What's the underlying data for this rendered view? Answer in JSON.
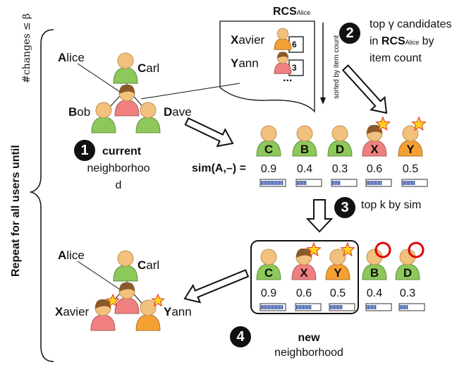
{
  "repeat_label": "Repeat for all users until",
  "repeat_condition": "#changes ≤ β",
  "rcs_label": "RCS",
  "rcs_sub": "Alice",
  "rcs_sorted_note": "sorted by item count",
  "rcs_list": [
    {
      "initial": "X",
      "rest": "avier",
      "count": "6"
    },
    {
      "initial": "Y",
      "rest": "ann",
      "count": "3"
    }
  ],
  "rcs_more": "...",
  "steps": {
    "s1": {
      "num": "1",
      "bold": "current",
      "line2": "neighborhoo",
      "line3": "d"
    },
    "s2": {
      "num": "2",
      "line1": "top γ candidates",
      "line2_pre": "in ",
      "line2_bold": "RCS",
      "line2_sub": "Alice",
      "line2_post": " by",
      "line3": "item count"
    },
    "s3": {
      "num": "3",
      "label": "top k by sim"
    },
    "s4": {
      "num": "4",
      "bold": "new",
      "line2": "neighborhood"
    }
  },
  "graph_top": {
    "alice": {
      "initial": "A",
      "rest": "lice"
    },
    "carl": {
      "initial": "C",
      "rest": "arl"
    },
    "bob": {
      "initial": "B",
      "rest": "ob"
    },
    "dave": {
      "initial": "D",
      "rest": "ave"
    }
  },
  "graph_bottom": {
    "alice": {
      "initial": "A",
      "rest": "lice"
    },
    "carl": {
      "initial": "C",
      "rest": "arl"
    },
    "xavier": {
      "initial": "X",
      "rest": "avier"
    },
    "yann": {
      "initial": "Y",
      "rest": "ann"
    }
  },
  "sim_label": "sim(A,–) =",
  "candidates": [
    {
      "letter": "C",
      "sim": "0.9",
      "fill": 0.9,
      "color": "#8cc85a",
      "star": false
    },
    {
      "letter": "B",
      "sim": "0.4",
      "fill": 0.4,
      "color": "#8cc85a",
      "star": false
    },
    {
      "letter": "D",
      "sim": "0.3",
      "fill": 0.3,
      "color": "#8cc85a",
      "star": false
    },
    {
      "letter": "X",
      "sim": "0.6",
      "fill": 0.6,
      "color": "#f08080",
      "star": true
    },
    {
      "letter": "Y",
      "sim": "0.5",
      "fill": 0.5,
      "color": "#f5a033",
      "star": true
    }
  ],
  "new_neighborhood": [
    {
      "letter": "C",
      "sim": "0.9",
      "fill": 0.9,
      "color": "#8cc85a",
      "star": false,
      "removed": false
    },
    {
      "letter": "X",
      "sim": "0.6",
      "fill": 0.6,
      "color": "#f08080",
      "star": true,
      "removed": false
    },
    {
      "letter": "Y",
      "sim": "0.5",
      "fill": 0.5,
      "color": "#f5a033",
      "star": true,
      "removed": false
    },
    {
      "letter": "B",
      "sim": "0.4",
      "fill": 0.4,
      "color": "#8cc85a",
      "star": false,
      "removed": true
    },
    {
      "letter": "D",
      "sim": "0.3",
      "fill": 0.3,
      "color": "#8cc85a",
      "star": false,
      "removed": true
    }
  ],
  "colors": {
    "green": "#8cc85a",
    "pink": "#f08080",
    "orange": "#f5a033",
    "skin": "#f2c17d",
    "hair": "#8a5a2b",
    "bar": "#1f3f9e",
    "star": "#ffd21f",
    "removed": "#e00000"
  }
}
